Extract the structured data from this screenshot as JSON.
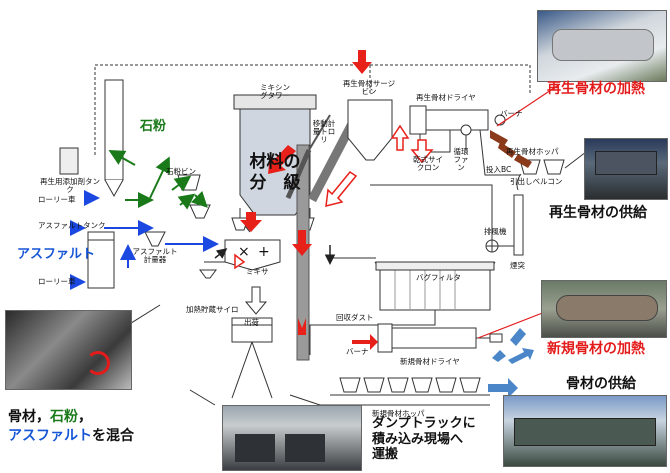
{
  "headings": {
    "recycled_heating": "再生骨材の加熱",
    "recycled_supply": "再生骨材の供給",
    "new_heating": "新規骨材の加熱",
    "aggregate_supply": "骨材の供給",
    "mix_part1": "骨材，",
    "mix_part2": "石粉",
    "mix_part3": "，",
    "mix_part4": "アスファルト",
    "mix_part5": "を混合",
    "asphalt": "アスファルト",
    "stone_powder": "石粉",
    "dump_line1": "ダンプトラックに",
    "dump_line2": "積み込み現場へ",
    "dump_line3": "運搬"
  },
  "labels": {
    "additive_tank": "再生用添加剤タンク",
    "lorry1": "ローリー車",
    "lorry2": "ローリー車",
    "asphalt_tank": "アスファルトタンク",
    "asphalt_scale": "アスファルト計量器",
    "stone_bin": "石粉ビン",
    "mixing_tower": "ミキシングタワー",
    "material_sort1": "材料の",
    "material_sort2": "分　級",
    "mixer": "ミキサ",
    "heated_silo": "加熱貯蔵サイロ",
    "shipping": "出荷",
    "moving_trolley": "移動計量トロリ",
    "recycled_surge": "再生骨材サージビン",
    "recycled_dryer": "再生骨材ドライヤ",
    "burner_top": "バーナ",
    "recycled_hopper": "再生骨材ホッパ",
    "input_bc": "投入BC",
    "pull_belt": "引出しベルコン",
    "dry_cyclone": "乾式サイクロン",
    "circ_fan": "循環ファン",
    "exhaust_fan": "排風機",
    "chimney": "煙突",
    "bag_filter": "バグフィルタ",
    "recovered_dust": "回収ダスト",
    "burner_bottom": "バーナ",
    "new_dryer": "新規骨材ドライヤ",
    "new_hopper": "新規骨材ホッパ"
  },
  "colors": {
    "red_heading": "#e41b1b",
    "green": "#1a7a1a",
    "blue": "#1656d6",
    "arrow_red": "#e8201a",
    "arrow_blue": "#1a48e0",
    "arrow_green": "#1a7a1a",
    "arrow_brown": "#8a3a1a",
    "arrow_steel": "#4a86c8"
  }
}
